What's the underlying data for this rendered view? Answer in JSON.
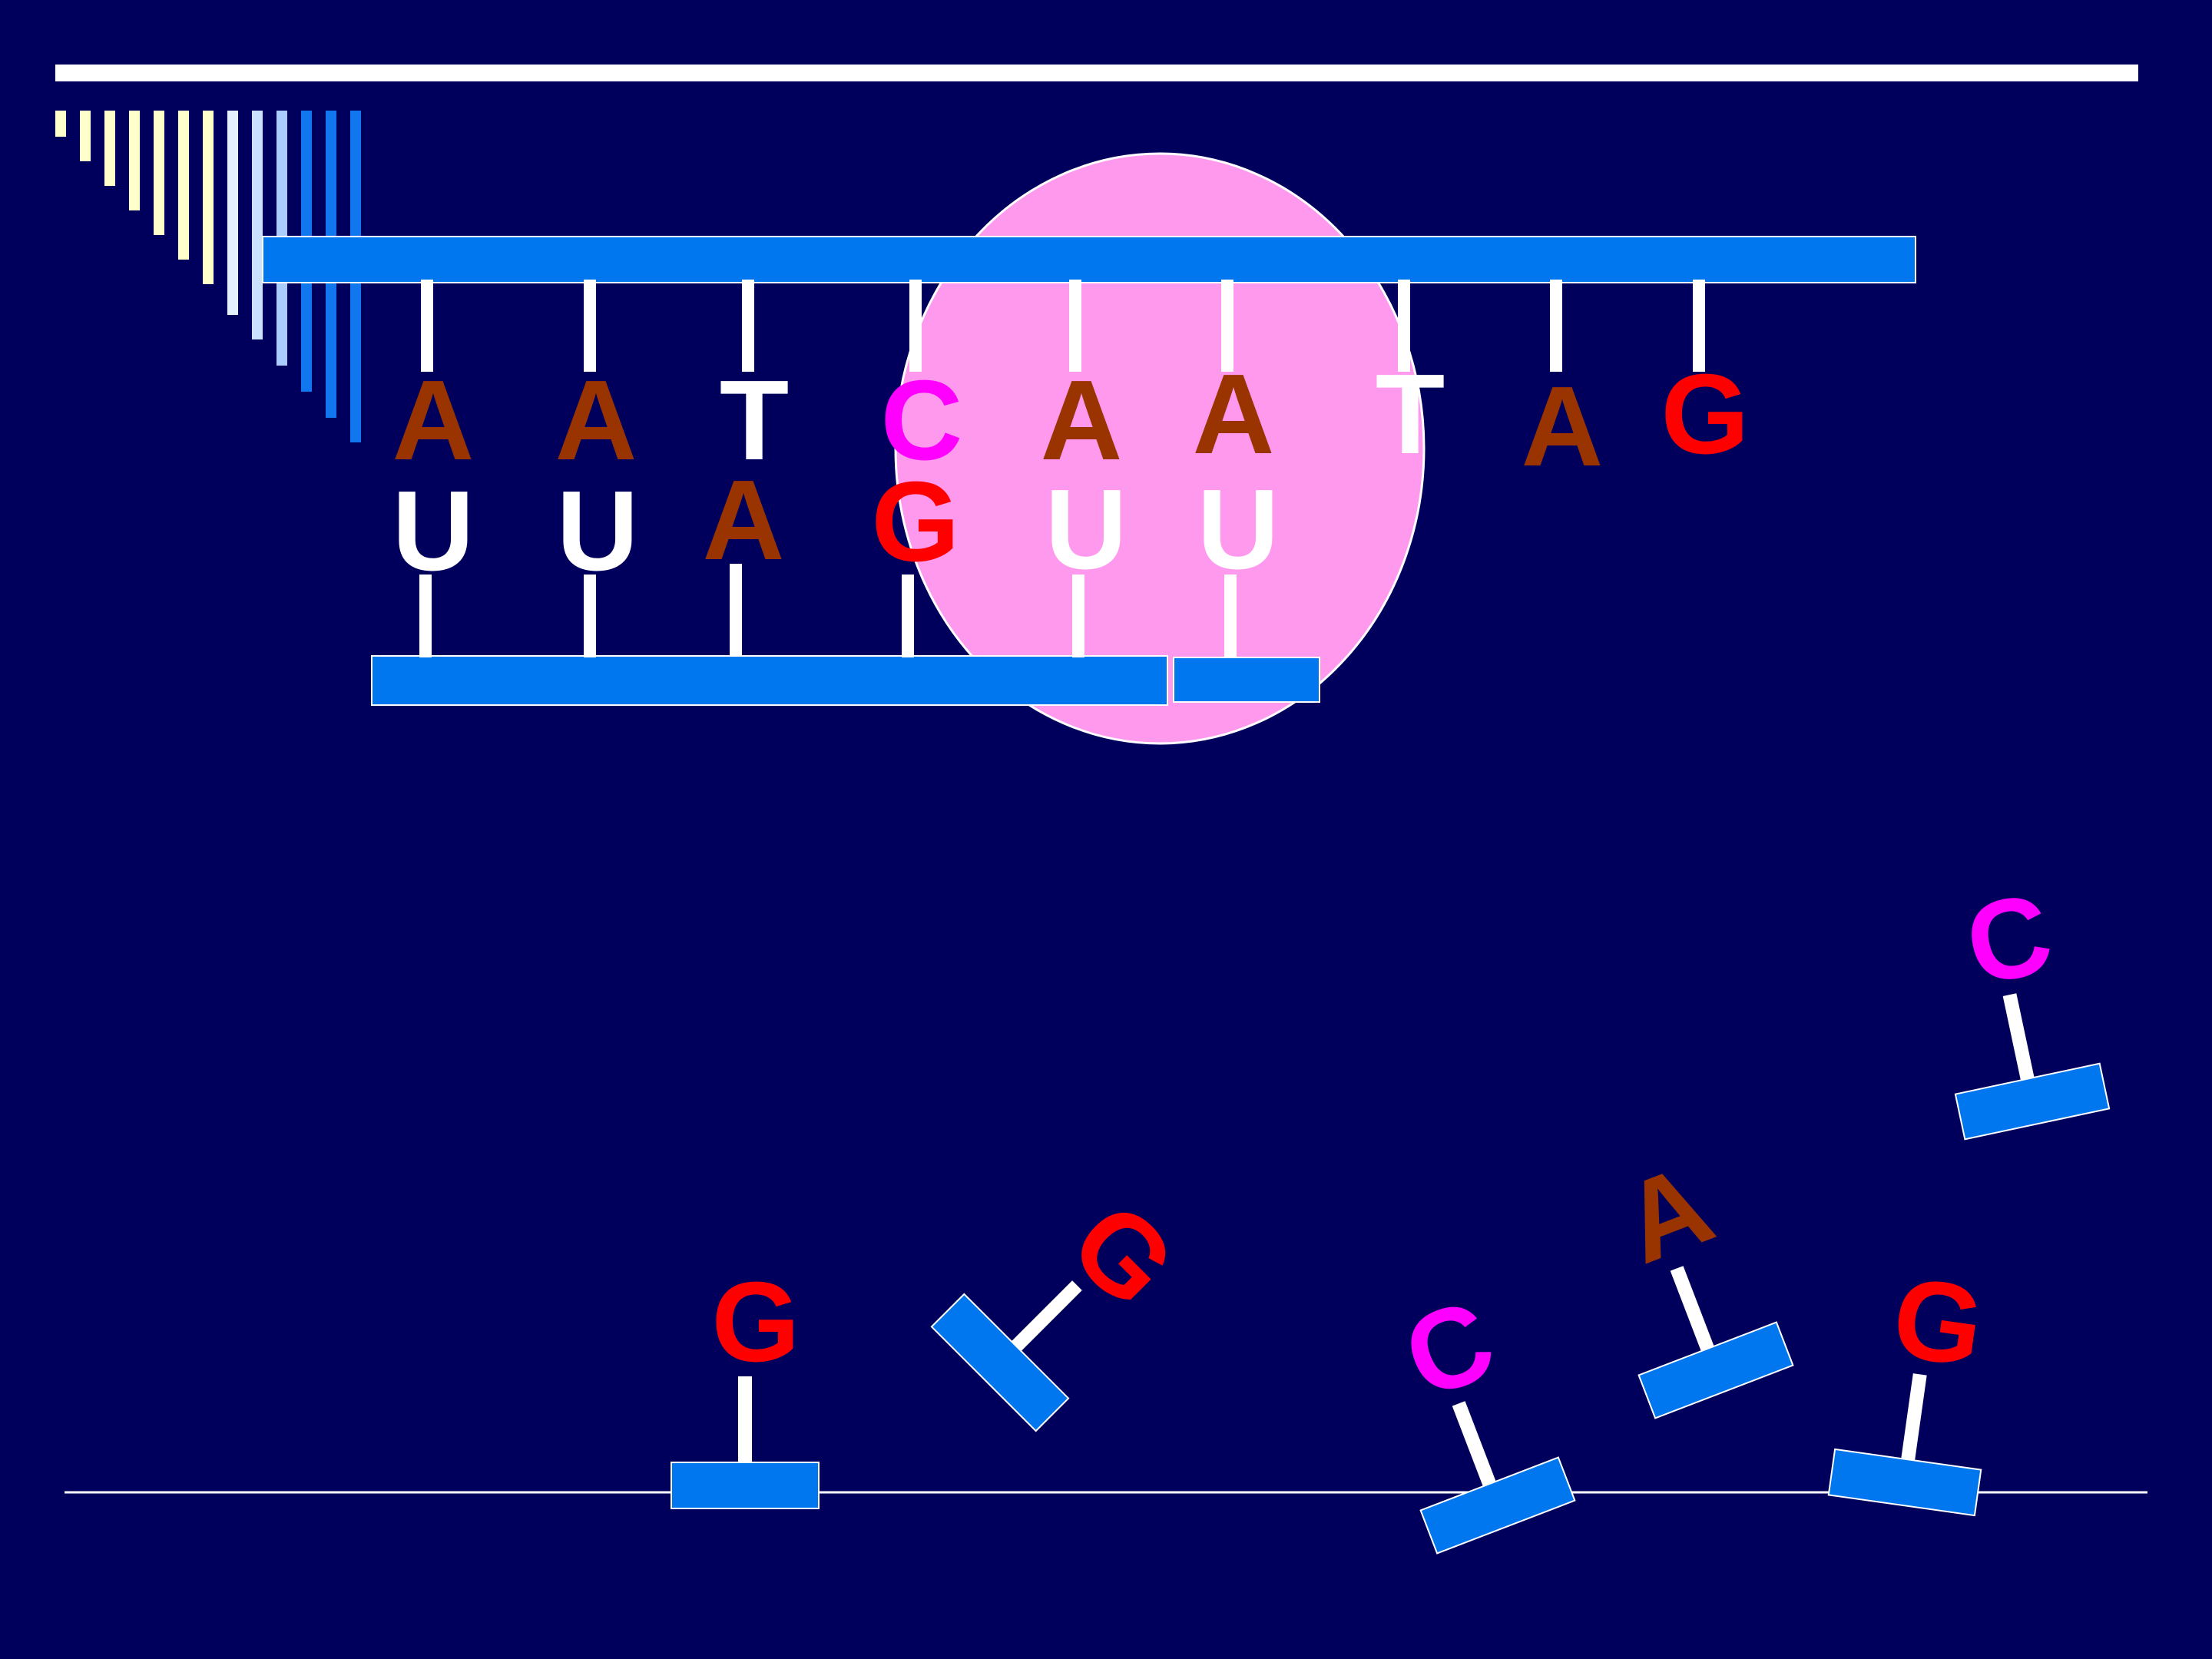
{
  "colors": {
    "background": "#00005c",
    "strand": "#0077ee",
    "ribbosome": "#ff99ee",
    "bond": "#ffffff",
    "A": "#993300",
    "T": "#ffffff",
    "U": "#ffffff",
    "C": "#ff00ff",
    "G": "#ff0000"
  },
  "dna_template": {
    "bases": [
      "A",
      "A",
      "T",
      "C",
      "A",
      "A",
      "T",
      "A",
      "G"
    ]
  },
  "rna_transcript": {
    "bases": [
      "U",
      "U",
      "A",
      "G",
      "U",
      "U"
    ]
  },
  "free_nucleotides": [
    {
      "base": "G"
    },
    {
      "base": "G"
    },
    {
      "base": "C"
    },
    {
      "base": "A"
    },
    {
      "base": "G"
    },
    {
      "base": "C"
    }
  ]
}
